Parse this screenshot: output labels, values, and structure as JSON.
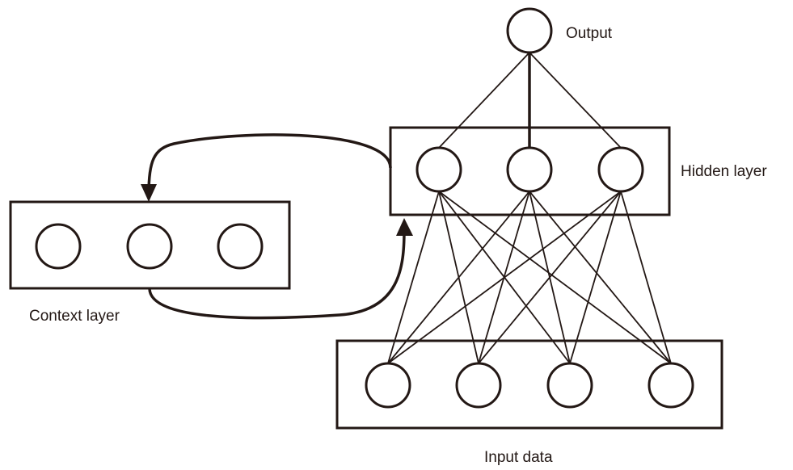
{
  "diagram": {
    "title": "Elman recurrent neural network",
    "stroke_color": "#231815",
    "labels": {
      "output": "Output",
      "hidden": "Hidden layer",
      "context": "Context layer",
      "input": "Input data"
    },
    "layers": {
      "output": {
        "nodes": 1
      },
      "hidden": {
        "nodes": 3
      },
      "context": {
        "nodes": 3
      },
      "input": {
        "nodes": 4
      }
    },
    "connections": [
      {
        "from": "input",
        "to": "hidden",
        "type": "full"
      },
      {
        "from": "hidden",
        "to": "output",
        "type": "full"
      },
      {
        "from": "hidden",
        "to": "context",
        "type": "recurrent-arrow"
      },
      {
        "from": "context",
        "to": "hidden",
        "type": "recurrent-arrow"
      }
    ]
  }
}
